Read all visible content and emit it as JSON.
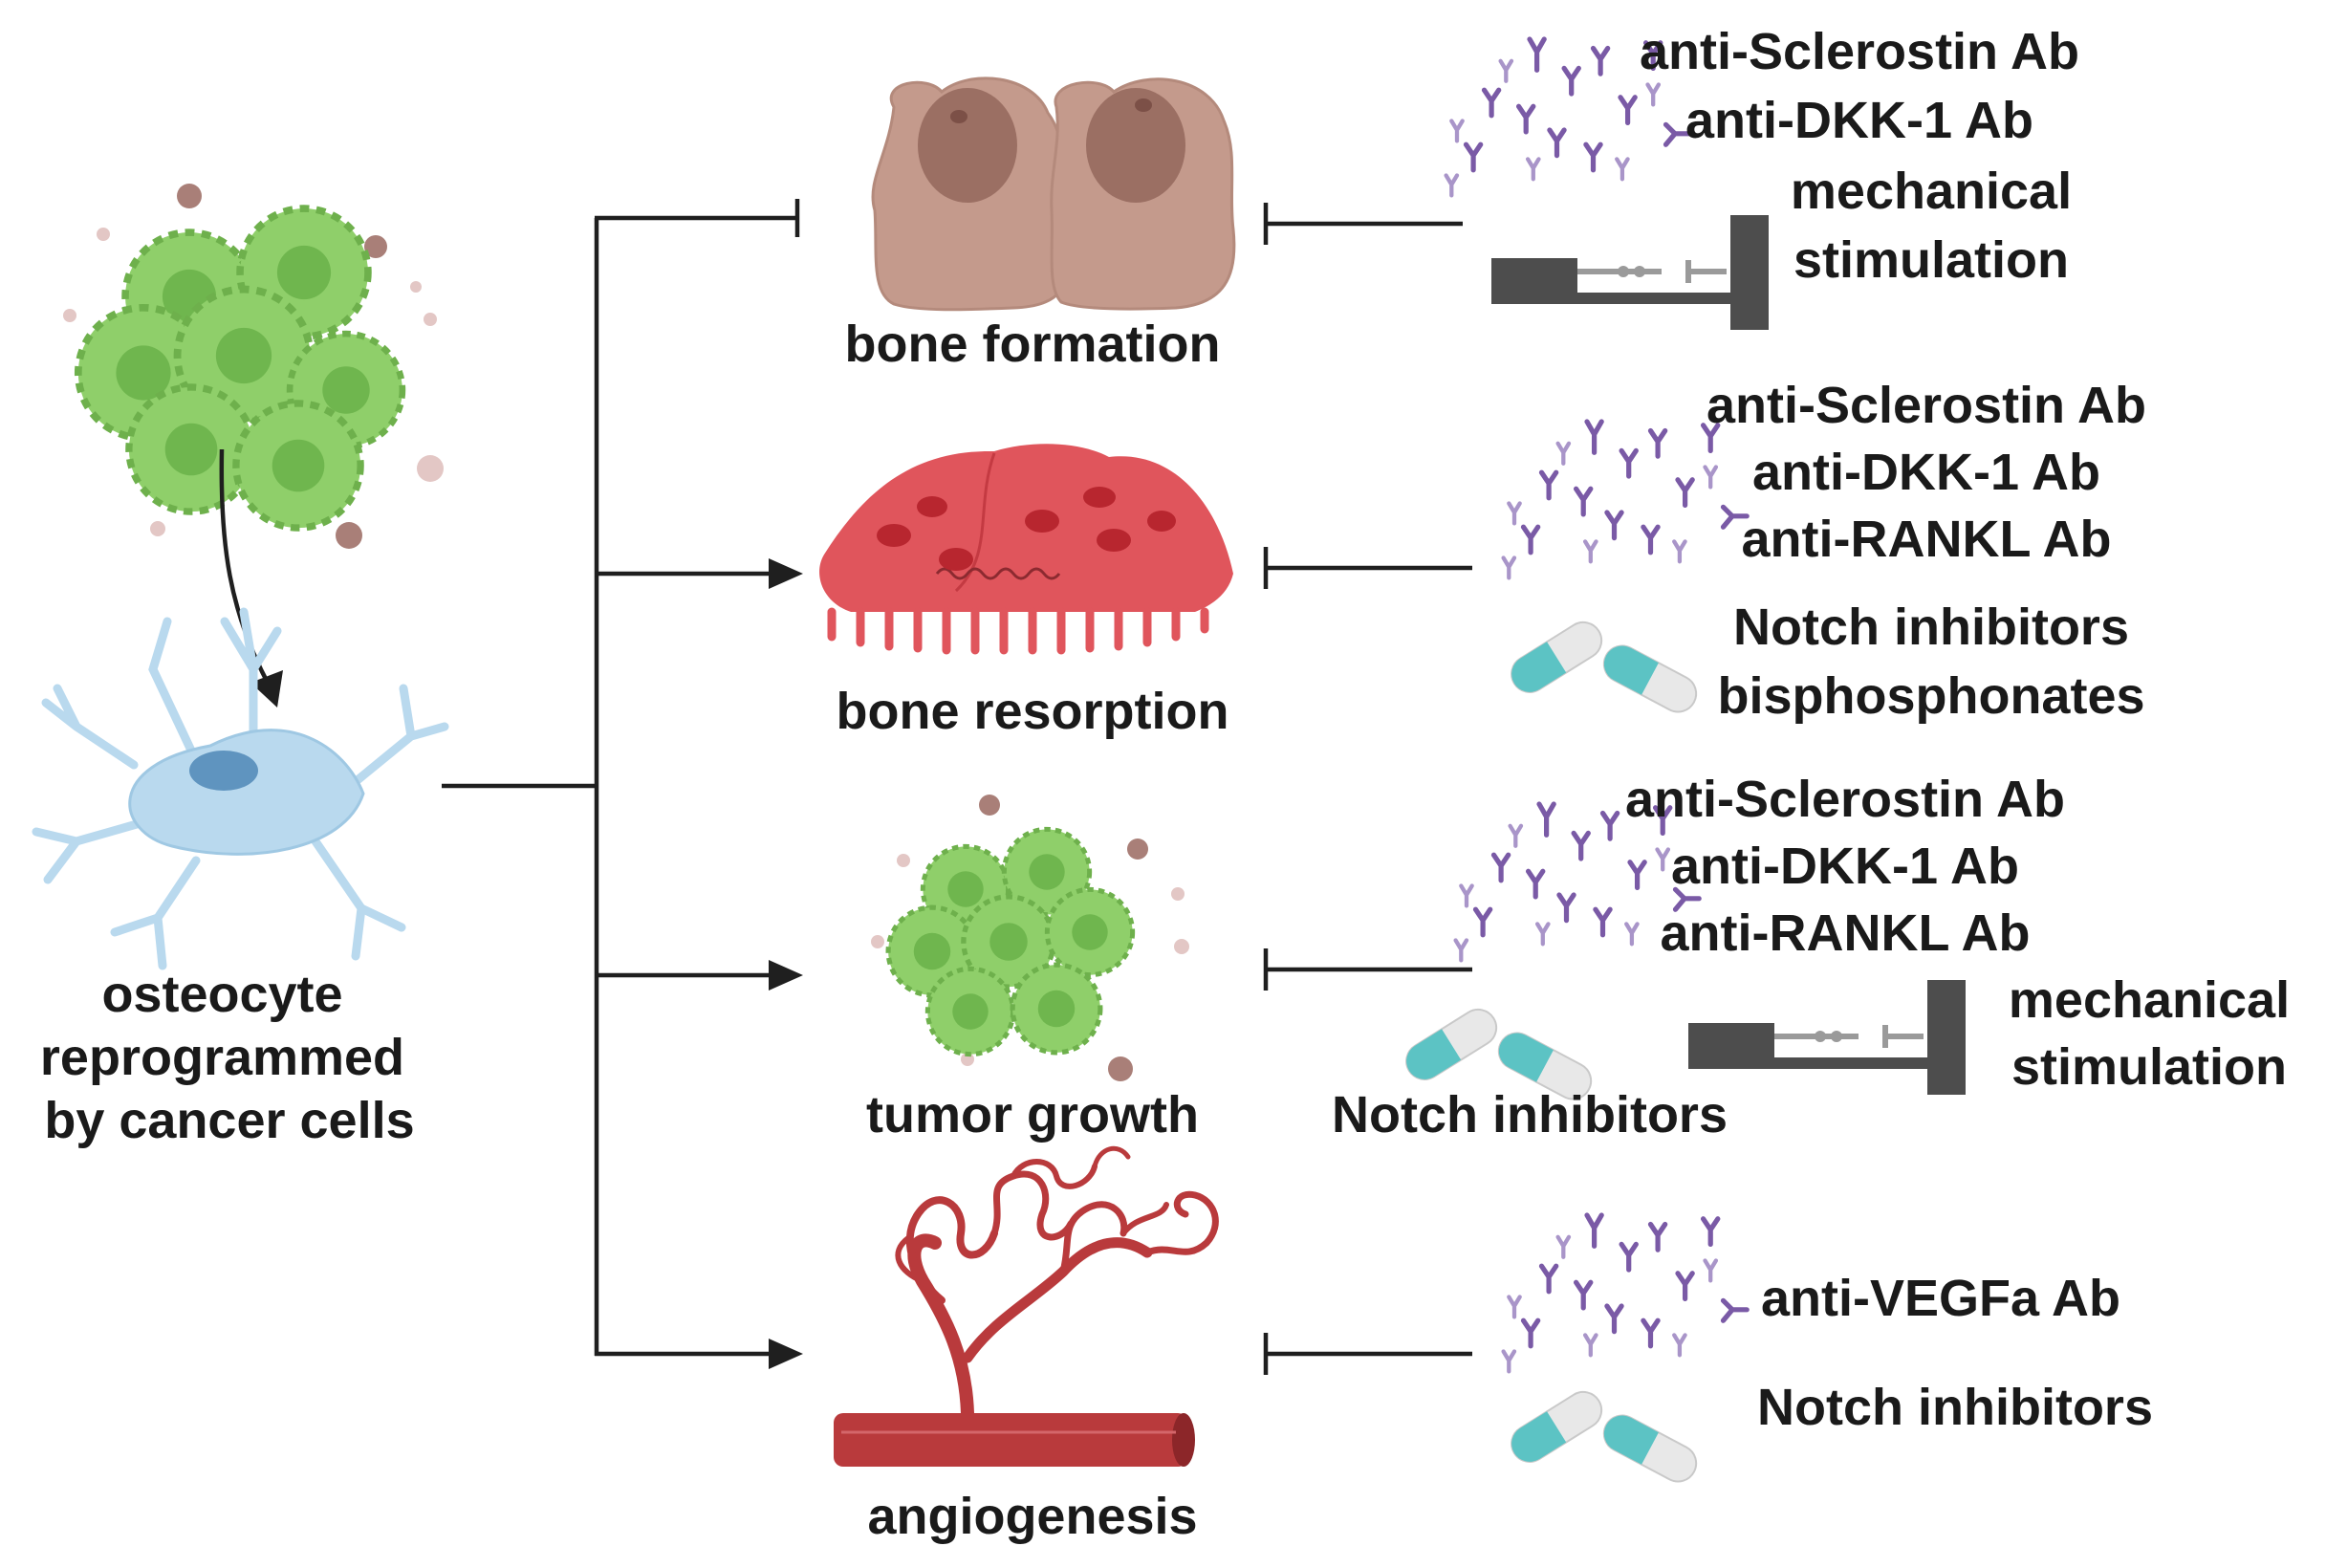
{
  "left": {
    "label_lines": [
      "osteocyte",
      "reprogrammed",
      "by cancer cells"
    ]
  },
  "processes": [
    {
      "label": "bone formation",
      "effect": "inhibits"
    },
    {
      "label": "bone resorption",
      "effect": "promotes"
    },
    {
      "label": "tumor growth",
      "effect": "promotes"
    },
    {
      "label": "angiogenesis",
      "effect": "promotes"
    }
  ],
  "treatments": {
    "bone_formation": {
      "antibodies": [
        "anti-Sclerostin Ab",
        "anti-DKK-1 Ab"
      ],
      "other": [
        "mechanical",
        "stimulation"
      ]
    },
    "bone_resorption": {
      "antibodies": [
        "anti-Sclerostin Ab",
        "anti-DKK-1 Ab",
        "anti-RANKL Ab"
      ],
      "drugs": [
        "Notch inhibitors",
        "bisphosphonates"
      ]
    },
    "tumor_growth": {
      "antibodies": [
        "anti-Sclerostin Ab",
        "anti-DKK-1 Ab",
        "anti-RANKL Ab"
      ],
      "drugs": [
        "Notch inhibitors"
      ],
      "other": [
        "mechanical",
        "stimulation"
      ]
    },
    "angiogenesis": {
      "antibodies": [
        "anti-VEGFa Ab"
      ],
      "drugs": [
        "Notch inhibitors"
      ]
    }
  },
  "colors": {
    "tumor_green": "#8fcf6a",
    "osteocyte_blue": "#b9d9ee",
    "osteoblast_brown": "#c49a8c",
    "osteoclast_red": "#e0555c",
    "vessel_red": "#b93a3c",
    "antibody_purple": "#7a5aa6",
    "capsule_teal": "#5cc3c4",
    "device_gray": "#4d4d4d"
  }
}
